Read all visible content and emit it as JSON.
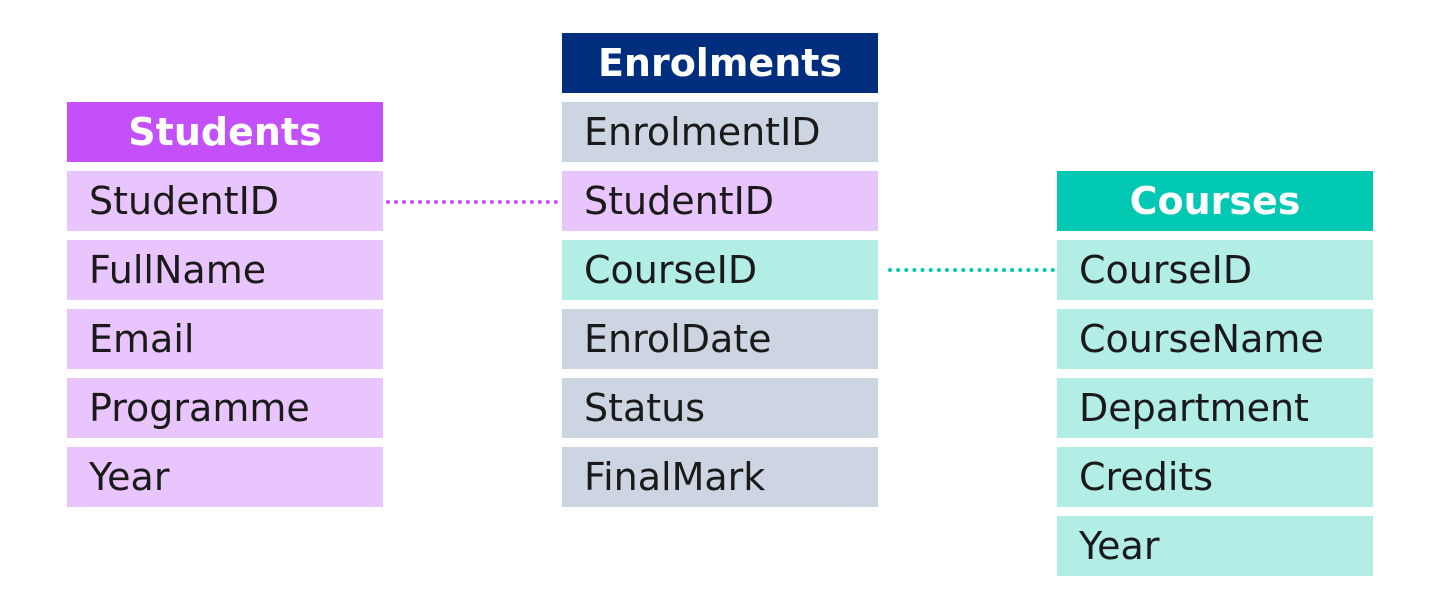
{
  "colors": {
    "students_header": "#c350fb",
    "students_row": "#e9c5fd",
    "enrolments_header": "#002e7f",
    "enrolments_row": "#cdd5e3",
    "courses_header": "#00c8b3",
    "courses_row": "#b2ede6"
  },
  "tables": {
    "students": {
      "title": "Students",
      "fields": [
        "StudentID",
        "FullName",
        "Email",
        "Programme",
        "Year"
      ]
    },
    "enrolments": {
      "title": "Enrolments",
      "fields": [
        "EnrolmentID",
        "StudentID",
        "CourseID",
        "EnrolDate",
        "Status",
        "FinalMark"
      ]
    },
    "courses": {
      "title": "Courses",
      "fields": [
        "CourseID",
        "CourseName",
        "Department",
        "Credits",
        "Year"
      ]
    }
  },
  "relationships": [
    {
      "from": "Students.StudentID",
      "to": "Enrolments.StudentID"
    },
    {
      "from": "Enrolments.CourseID",
      "to": "Courses.CourseID"
    }
  ]
}
